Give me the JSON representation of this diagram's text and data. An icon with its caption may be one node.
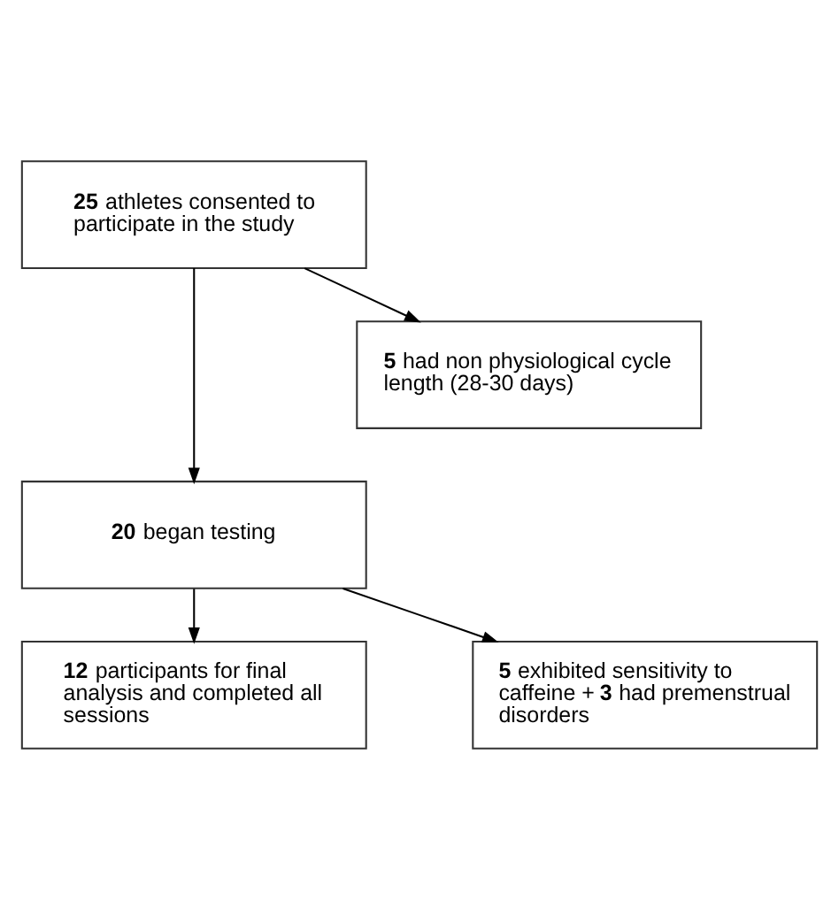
{
  "diagram": {
    "nodes": [
      {
        "text": [
          "**25** athletes consented to participate in the study"
        ]
      },
      {
        "text": [
          "**5** had non physiological cycle length (28-30 days)"
        ]
      },
      {
        "text": [
          "**20** began testing"
        ]
      },
      {
        "text": [
          "**5** exhibited sensitivity to caffeine + **3** had premenstrual disorders"
        ]
      },
      {
        "text": [
          "**12** participants for final analysis and completed all sessions"
        ]
      }
    ],
    "edges": [
      {
        "from": 0,
        "to": 1,
        "arrow": "to"
      },
      {
        "from": 0,
        "to": 2,
        "arrow": "to"
      },
      {
        "from": 2,
        "to": 3,
        "arrow": "to"
      },
      {
        "from": 2,
        "to": 4,
        "arrow": "to"
      }
    ]
  }
}
